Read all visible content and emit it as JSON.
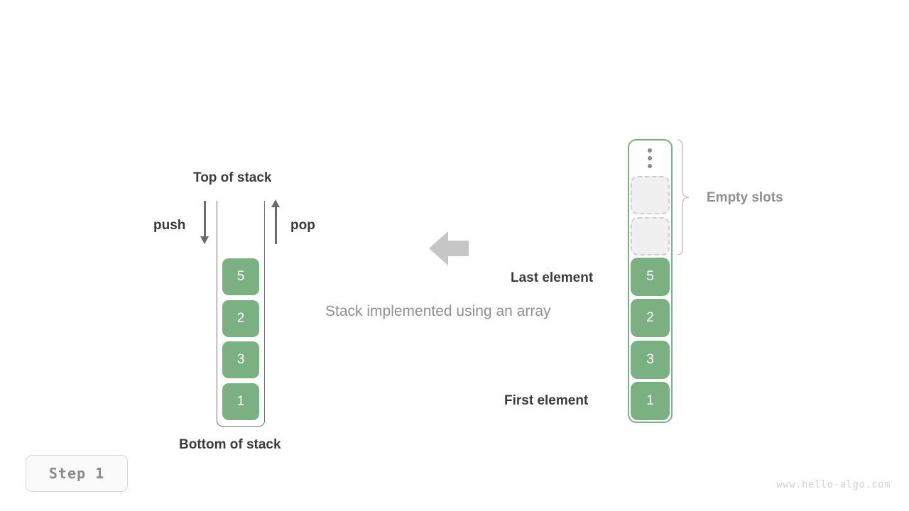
{
  "diagram": {
    "caption": "Stack implemented using an array",
    "left_stack": {
      "top_label": "Top of stack",
      "bottom_label": "Bottom of stack",
      "push_label": "push",
      "pop_label": "pop",
      "values": [
        "5",
        "2",
        "3",
        "1"
      ],
      "element_color": "#7bb083",
      "container_border_color": "#6f6f6f"
    },
    "right_array": {
      "last_element_label": "Last element",
      "first_element_label": "First element",
      "empty_slots_label": "Empty slots",
      "values": [
        "5",
        "2",
        "3",
        "1"
      ],
      "empty_slot_count": 2,
      "ellipsis_icon": "vertical-ellipsis-icon",
      "element_color": "#7bb083",
      "container_border_color": "#7bb083",
      "empty_slot_fill": "#f0f0f0",
      "empty_slot_border": "#cfcfcf"
    },
    "transform_arrow": {
      "icon": "arrow-left-icon",
      "color": "#c6c6c6",
      "direction": "left"
    },
    "step_badge": "Step 1",
    "footer_url": "www.hello-algo.com"
  }
}
